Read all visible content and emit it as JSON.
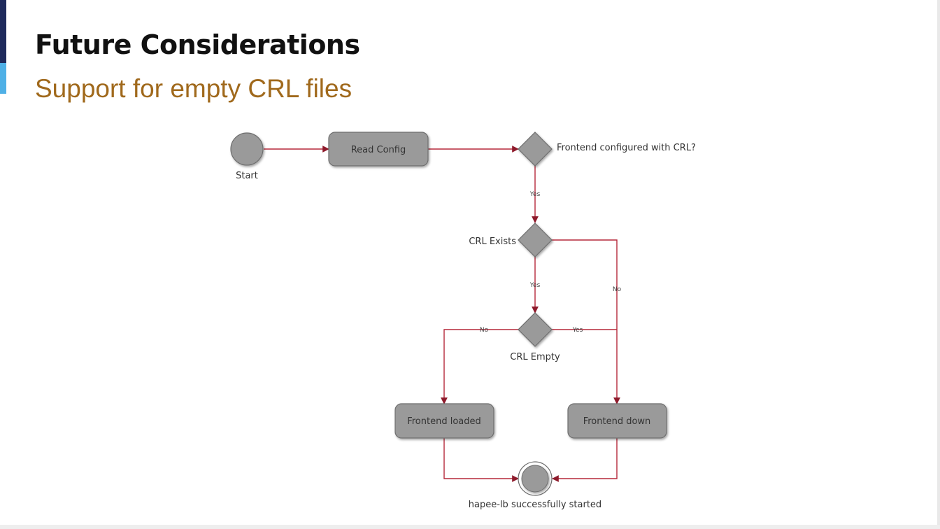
{
  "slide": {
    "title": "Future Considerations",
    "subtitle": "Support for empty CRL files"
  },
  "diagram": {
    "nodes": {
      "start": "Start",
      "read_config": "Read Config",
      "decision_frontend_crl": "Frontend configured with CRL?",
      "decision_crl_exists": "CRL Exists",
      "decision_crl_empty": "CRL Empty",
      "frontend_loaded": "Frontend loaded",
      "frontend_down": "Frontend down",
      "end": "hapee-lb successfully started"
    },
    "edge_labels": {
      "crl_configured_yes": "Yes",
      "crl_exists_yes": "Yes",
      "crl_exists_no": "No",
      "crl_empty_no": "No",
      "crl_empty_yes": "Yes"
    },
    "colors": {
      "node_fill": "#9a9a9a",
      "node_stroke": "#6e6e6e",
      "edge": "#b5283a",
      "text": "#333333"
    }
  }
}
